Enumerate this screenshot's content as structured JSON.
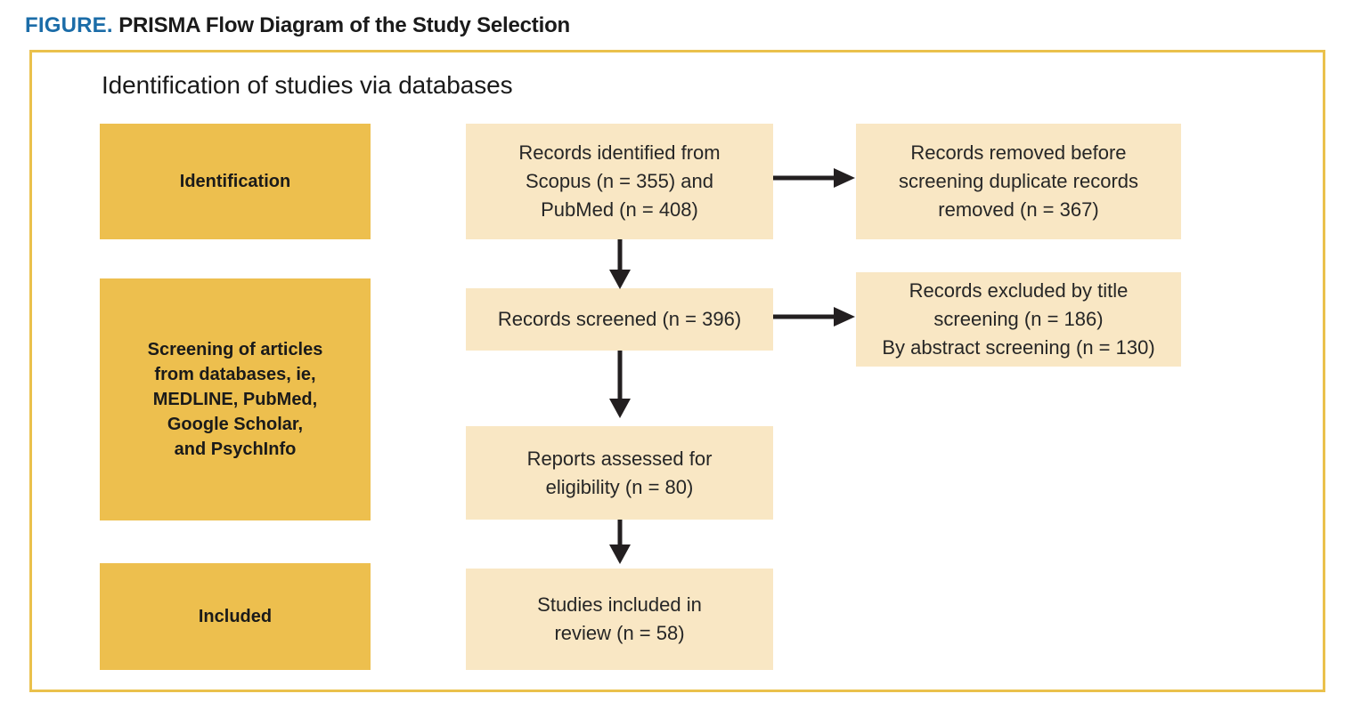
{
  "figure": {
    "label": "FIGURE.",
    "title": "PRISMA Flow Diagram of the Study Selection",
    "label_color": "#1b6ca8",
    "title_color": "#1a1a1a"
  },
  "frame": {
    "border_color": "#eac14c",
    "section_heading": "Identification of studies via databases"
  },
  "colors": {
    "stage_box_fill": "#edbf4e",
    "flow_box_fill": "#f9e7c4",
    "arrow_color": "#231f20",
    "text_color": "#1a1a1a"
  },
  "stages": [
    {
      "id": "identification",
      "label": "Identification"
    },
    {
      "id": "screening",
      "label": "Screening of articles\nfrom databases, ie,\nMEDLINE, PubMed,\nGoogle Scholar,\nand PsychInfo"
    },
    {
      "id": "included",
      "label": "Included"
    }
  ],
  "flow": {
    "identified": "Records identified from\nScopus (n = 355) and\nPubMed (n = 408)",
    "removed": "Records removed before\nscreening duplicate records\nremoved (n = 367)",
    "screened": "Records screened (n = 396)",
    "excluded": "Records excluded by title\nscreening (n = 186)\nBy abstract screening (n = 130)",
    "eligibility": "Reports assessed for\neligibility (n = 80)",
    "included": "Studies included in\nreview (n = 58)"
  },
  "chart_data": {
    "type": "diagram",
    "title": "PRISMA Flow Diagram of the Study Selection",
    "section": "Identification of studies via databases",
    "nodes": [
      {
        "id": "identified",
        "text": "Records identified from Scopus (n = 355) and PubMed (n = 408)",
        "values": {
          "Scopus": 355,
          "PubMed": 408
        },
        "stage": "Identification"
      },
      {
        "id": "removed",
        "text": "Records removed before screening duplicate records removed (n = 367)",
        "values": {
          "removed": 367
        },
        "stage": "Identification"
      },
      {
        "id": "screened",
        "text": "Records screened (n = 396)",
        "values": {
          "screened": 396
        },
        "stage": "Screening"
      },
      {
        "id": "excluded",
        "text": "Records excluded by title screening (n = 186) By abstract screening (n = 130)",
        "values": {
          "title_screening": 186,
          "abstract_screening": 130
        },
        "stage": "Screening"
      },
      {
        "id": "eligibility",
        "text": "Reports assessed for eligibility (n = 80)",
        "values": {
          "eligibility": 80
        },
        "stage": "Screening"
      },
      {
        "id": "included",
        "text": "Studies included in review (n = 58)",
        "values": {
          "included": 58
        },
        "stage": "Included"
      }
    ],
    "edges": [
      {
        "from": "identified",
        "to": "removed",
        "direction": "right"
      },
      {
        "from": "identified",
        "to": "screened",
        "direction": "down"
      },
      {
        "from": "screened",
        "to": "excluded",
        "direction": "right"
      },
      {
        "from": "screened",
        "to": "eligibility",
        "direction": "down"
      },
      {
        "from": "eligibility",
        "to": "included",
        "direction": "down"
      }
    ]
  }
}
